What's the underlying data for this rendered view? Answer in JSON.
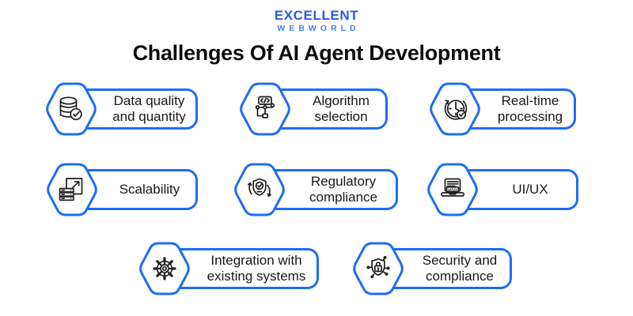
{
  "colors": {
    "accent": "#1b6ef5",
    "ink": "#181818",
    "logo_primary": "#2b5ce6",
    "logo_secondary": "#4a7ef2",
    "title": "#0d0d0d"
  },
  "logo": {
    "line1": "EXCELLENT",
    "line2": "WEBWORLD"
  },
  "title": "Challenges Of AI Agent Development",
  "items": [
    {
      "label": "Data quality\nand quantity",
      "icon": "database-check-icon"
    },
    {
      "label": "Algorithm\nselection",
      "icon": "algorithm-flowchart-icon"
    },
    {
      "label": "Real-time\nprocessing",
      "icon": "realtime-clock-icon"
    },
    {
      "label": "Scalability",
      "icon": "scalability-expand-icon"
    },
    {
      "label": "Regulatory\ncompliance",
      "icon": "regulatory-shield-check-icon"
    },
    {
      "label": "UI/UX",
      "icon": "uiux-laptop-icon",
      "icon_text": "UI/UX"
    },
    {
      "label": "Integration with\nexisting systems",
      "icon": "integration-gears-icon"
    },
    {
      "label": "Security and\ncompliance",
      "icon": "security-shield-lock-icon"
    }
  ]
}
